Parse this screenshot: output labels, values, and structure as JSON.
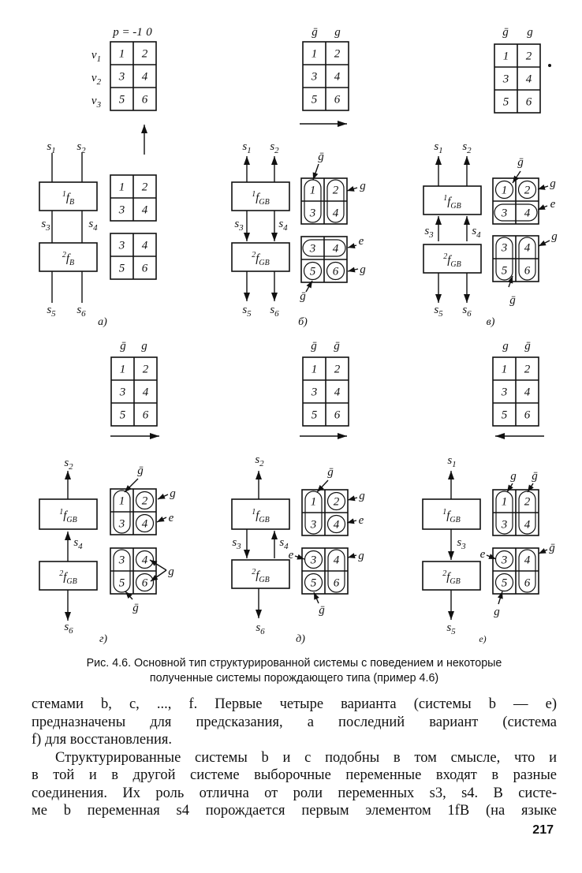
{
  "figure": {
    "panel_labels": [
      "а)",
      "б)",
      "в)",
      "г)",
      "д)",
      "е)"
    ],
    "p_label": "p = -1",
    "zero_label": "0",
    "v_labels": [
      "v1",
      "v2",
      "v3"
    ],
    "cells": [
      "1",
      "2",
      "3",
      "4",
      "5",
      "6"
    ],
    "g": "g",
    "gbar": "ḡ",
    "e": "e",
    "block_a1": "1fB",
    "block_a2": "2fB",
    "block_gb1": "1fGB",
    "block_gb2": "2fGB",
    "s_labels": [
      "s1",
      "s2",
      "s3",
      "s4",
      "s5",
      "s6"
    ]
  },
  "caption": {
    "line1": "Рис. 4.6. Основной тип структурированной системы с поведением и некоторые",
    "line2": "полученные системы порождающего типа (пример 4.6)"
  },
  "body": {
    "p1_line1": "стемами b, c, ..., f. Первые четыре варианта (системы b — e)",
    "p1_line2": "предназначены для предсказания, а последний вариант (система",
    "p1_line3": "f) для восстановления.",
    "p2_line1": "Структурированные системы b и c подобны в том смысле, что и",
    "p2_line2": "в той и в другой системе выборочные переменные входят в разные",
    "p2_line3": "соединения. Их роль отлична от роли переменных s3, s4. В систе-",
    "p2_line4": "ме b переменная s4 порождается первым элементом 1fB (на языке"
  },
  "page_number": "217"
}
